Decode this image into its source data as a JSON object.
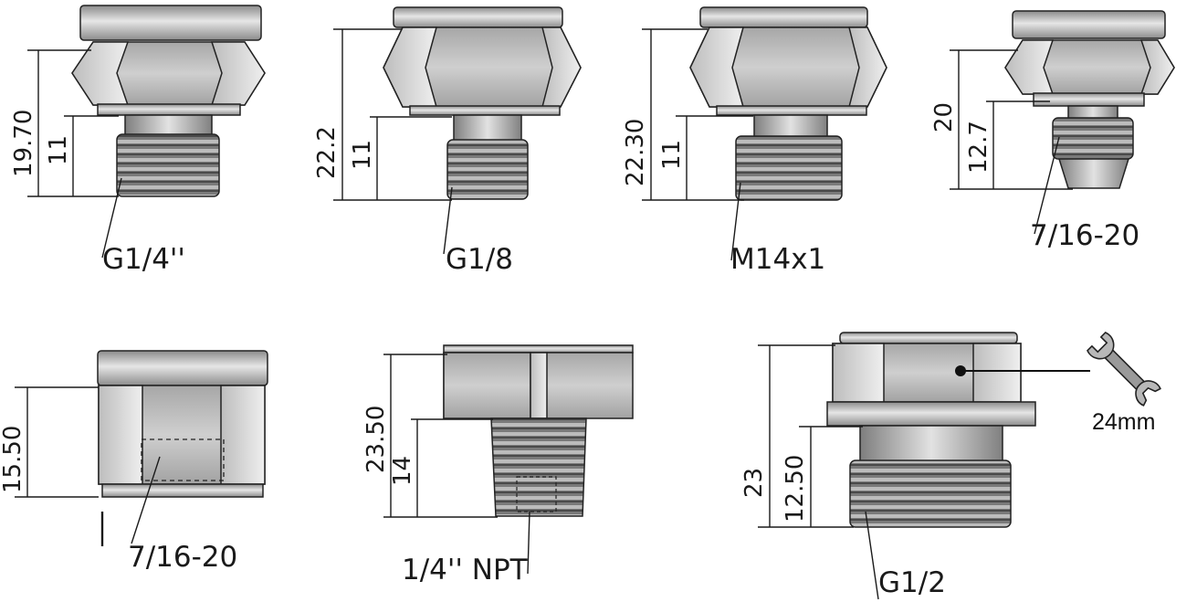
{
  "fittings": [
    {
      "id": "g14",
      "thread_label": "G1/4''",
      "overall_dim": "19.70",
      "thread_dim": "11"
    },
    {
      "id": "g18",
      "thread_label": "G1/8",
      "overall_dim": "22.2",
      "thread_dim": "11"
    },
    {
      "id": "m14",
      "thread_label": "M14x1",
      "overall_dim": "22.30",
      "thread_dim": "11"
    },
    {
      "id": "unf1",
      "thread_label": "7/16-20",
      "overall_dim": "20",
      "thread_dim": "12.7"
    },
    {
      "id": "unf2",
      "thread_label": "7/16-20",
      "overall_dim": "15.50"
    },
    {
      "id": "npt",
      "thread_label": "1/4'' NPT",
      "overall_dim": "23.50",
      "thread_dim": "14"
    },
    {
      "id": "g12",
      "thread_label": "G1/2",
      "overall_dim": "23",
      "thread_dim": "12.50",
      "wrench_size": "24mm"
    }
  ],
  "icons": {
    "wrench": "wrench-icon"
  }
}
